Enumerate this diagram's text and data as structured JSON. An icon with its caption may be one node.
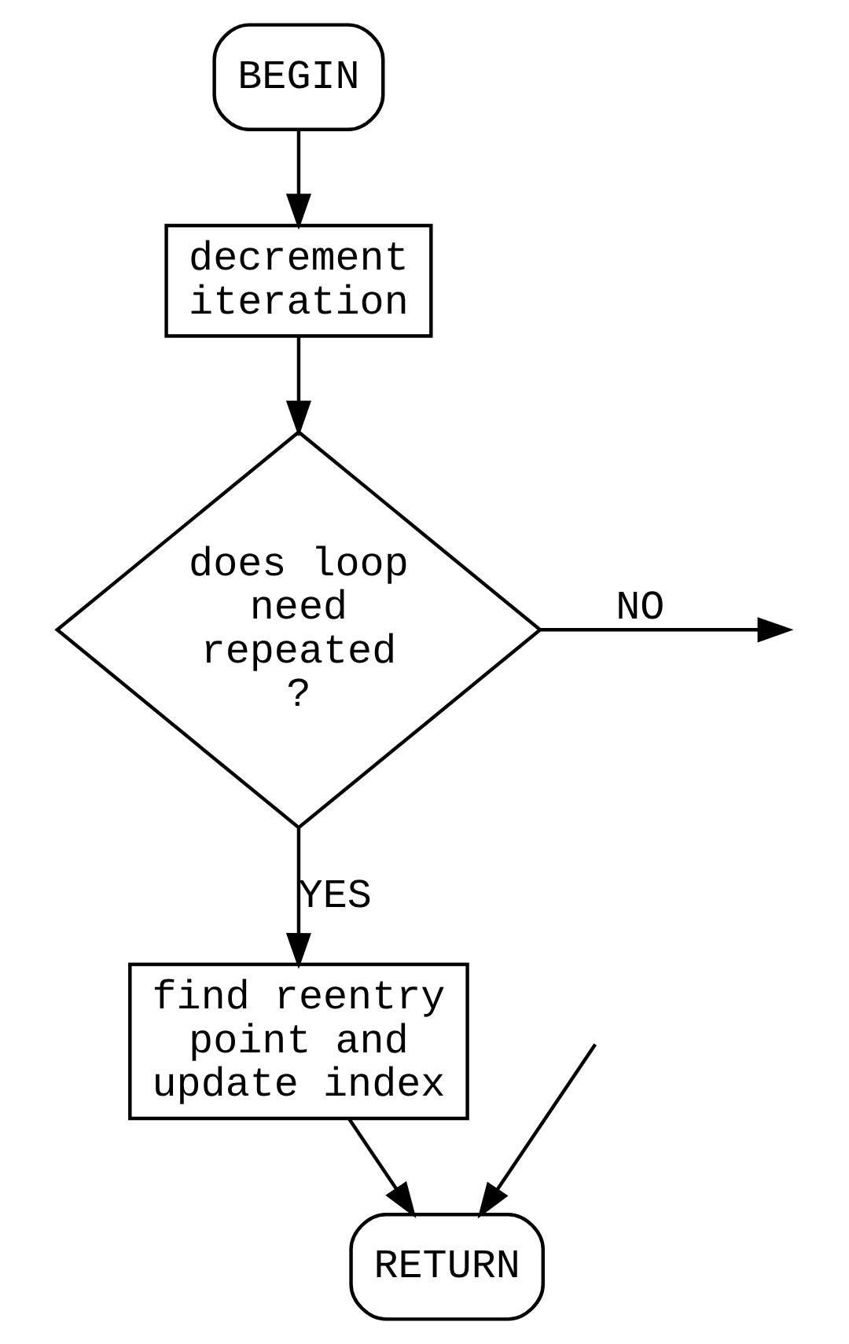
{
  "diagram": {
    "nodes": [
      {
        "text": [
          "BEGIN"
        ]
      },
      {
        "text": [
          "decrement iteration"
        ]
      },
      {
        "text": [
          "does loop need repeated ?"
        ]
      },
      {
        "text": [
          "find reentry point and update index"
        ]
      },
      {
        "text": [
          "RETURN"
        ]
      }
    ],
    "edges": [
      {
        "from": 0,
        "to": 1,
        "arrow": "to"
      },
      {
        "from": 1,
        "to": 2,
        "arrow": "to"
      },
      {
        "from": 2,
        "to": null,
        "arrow": "to",
        "label": "NO"
      },
      {
        "from": 2,
        "to": 3,
        "arrow": "to",
        "label": "YES"
      },
      {
        "from": 3,
        "to": 4,
        "arrow": "to"
      },
      {
        "from": null,
        "to": 4,
        "arrow": "to"
      }
    ]
  }
}
